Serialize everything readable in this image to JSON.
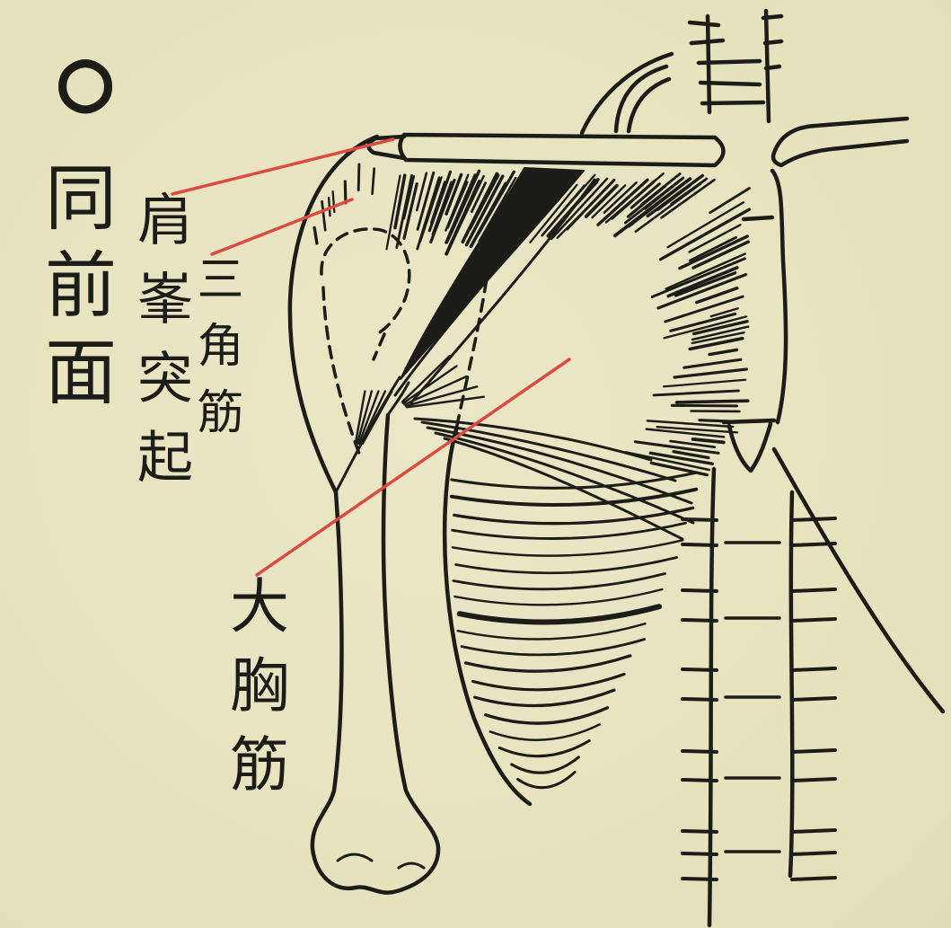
{
  "figure": {
    "mark": "○",
    "title": "同前面",
    "labels": {
      "acromion": "肩峯突起",
      "deltoid": "三角筋",
      "pectoralis_major": "大胸筋"
    }
  },
  "colors": {
    "paper": "#e8e4c0",
    "ink": "#1c1c19",
    "leader_line": "#dc4a40"
  }
}
